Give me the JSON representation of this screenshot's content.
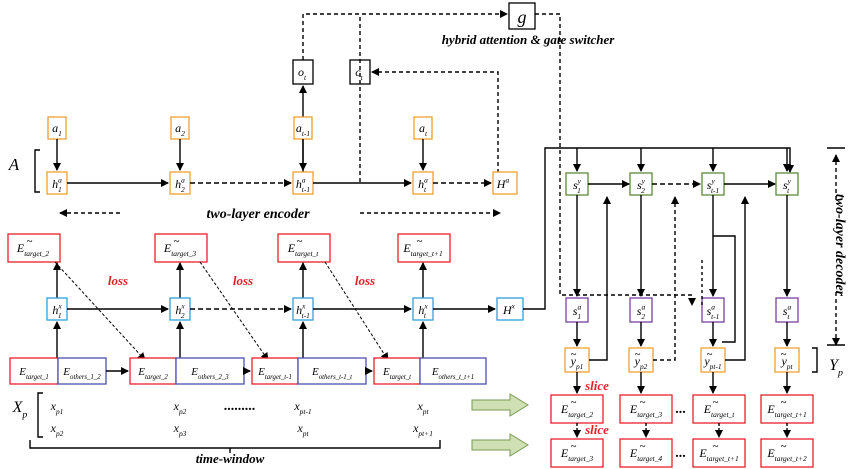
{
  "title": "hybrid attention & gate switcher",
  "encoder_label": "two-layer encoder",
  "decoder_label": "two-layer decoder",
  "time_window_label": "time-window",
  "loss_label": "loss",
  "slice_label": "slice",
  "dots": ".........",
  "colors": {
    "orange": "#f0a030",
    "green": "#5a8a3a",
    "red": "#e8202a",
    "blue": "#30a0d8",
    "purple": "#7a40a0",
    "navy": "#4a50b0"
  },
  "symbols": {
    "g": "g",
    "A": "A",
    "X": "X",
    "X_sub": "p",
    "Y": "Y",
    "Y_sub": "p",
    "o": "o",
    "o_sub": "t",
    "c": "c",
    "c_sub": "t",
    "a": [
      "a",
      "a",
      "a",
      "a"
    ],
    "a_sub": [
      "1",
      "2",
      "t-1",
      "t"
    ],
    "ha": [
      "h",
      "h",
      "h",
      "h",
      "H"
    ],
    "ha_sub": [
      "1",
      "2",
      "t-1",
      "t",
      ""
    ],
    "ha_sup": [
      "a",
      "a",
      "a",
      "a",
      "a"
    ],
    "hx": [
      "h",
      "h",
      "h",
      "h",
      "H"
    ],
    "hx_sub": [
      "1",
      "2",
      "t-1",
      "t",
      ""
    ],
    "hx_sup": [
      "x",
      "x",
      "x",
      "x",
      "x"
    ],
    "E_top": [
      "target_2",
      "target_3",
      "target_t",
      "target_t+1"
    ],
    "E_bottom": [
      "target_1",
      "others_1_2",
      "target_2",
      "others_2_3",
      "target_t-1",
      "others_t-1_t",
      "target_t",
      "others_t_t+1"
    ],
    "x_top": [
      "p1",
      "p2",
      "pt-1",
      "pt"
    ],
    "x_bot": [
      "p2",
      "p3",
      "pt",
      "pt+1"
    ],
    "s": [
      "s",
      "s",
      "s",
      "s"
    ],
    "s_sub": [
      "1",
      "2",
      "t-1",
      "t"
    ],
    "s_sup": [
      "y",
      "y",
      "y",
      "y"
    ],
    "sa_sub": [
      "1",
      "2",
      "t-1",
      "t"
    ],
    "sa_sup": [
      "a",
      "a",
      "a",
      "a"
    ],
    "y_sub": [
      "p1",
      "p2",
      "pt-1",
      "pt"
    ],
    "E_out_top": [
      "target_2",
      "target_3",
      "target_t",
      "target_t+1"
    ],
    "E_out_bot": [
      "target_3",
      "target_4",
      "target_t+1",
      "target_t+2"
    ]
  }
}
